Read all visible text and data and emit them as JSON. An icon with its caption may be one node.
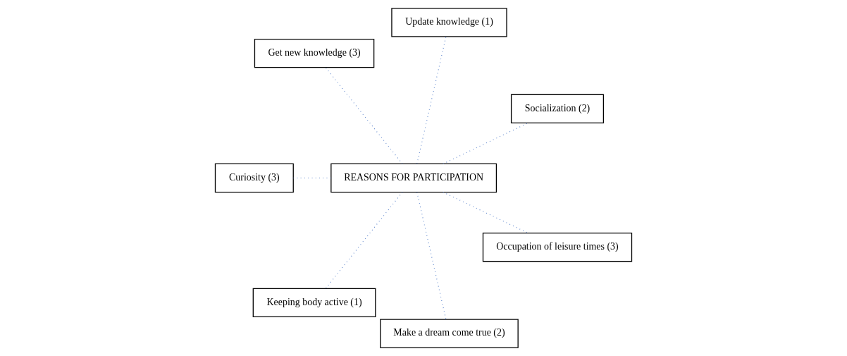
{
  "diagram": {
    "nodes": [
      {
        "text": [
          "Socialization (2)"
        ]
      },
      {
        "text": [
          "Update knowledge (1)"
        ]
      },
      {
        "text": [
          "Get new knowledge (3)"
        ]
      },
      {
        "text": [
          "Curiosity (3)"
        ]
      },
      {
        "text": [
          "REASONS FOR PARTICIPATION"
        ]
      },
      {
        "text": [
          "Keeping body active (1)"
        ]
      },
      {
        "text": [
          "Make a dream come true (2)"
        ]
      },
      {
        "text": [
          "Occupation of leisure times (3)"
        ]
      }
    ],
    "edges": [
      {
        "from": 4,
        "to": 0,
        "arrow": "none",
        "style": "dashed"
      },
      {
        "from": 4,
        "to": 1,
        "arrow": "none",
        "style": "dashed"
      },
      {
        "from": 4,
        "to": 2,
        "arrow": "none",
        "style": "dashed"
      },
      {
        "from": 4,
        "to": 3,
        "arrow": "none",
        "style": "dashed"
      },
      {
        "from": 4,
        "to": 5,
        "arrow": "none",
        "style": "dashed"
      },
      {
        "from": 4,
        "to": 6,
        "arrow": "none",
        "style": "dashed"
      },
      {
        "from": 4,
        "to": 7,
        "arrow": "none",
        "style": "dashed"
      }
    ]
  }
}
